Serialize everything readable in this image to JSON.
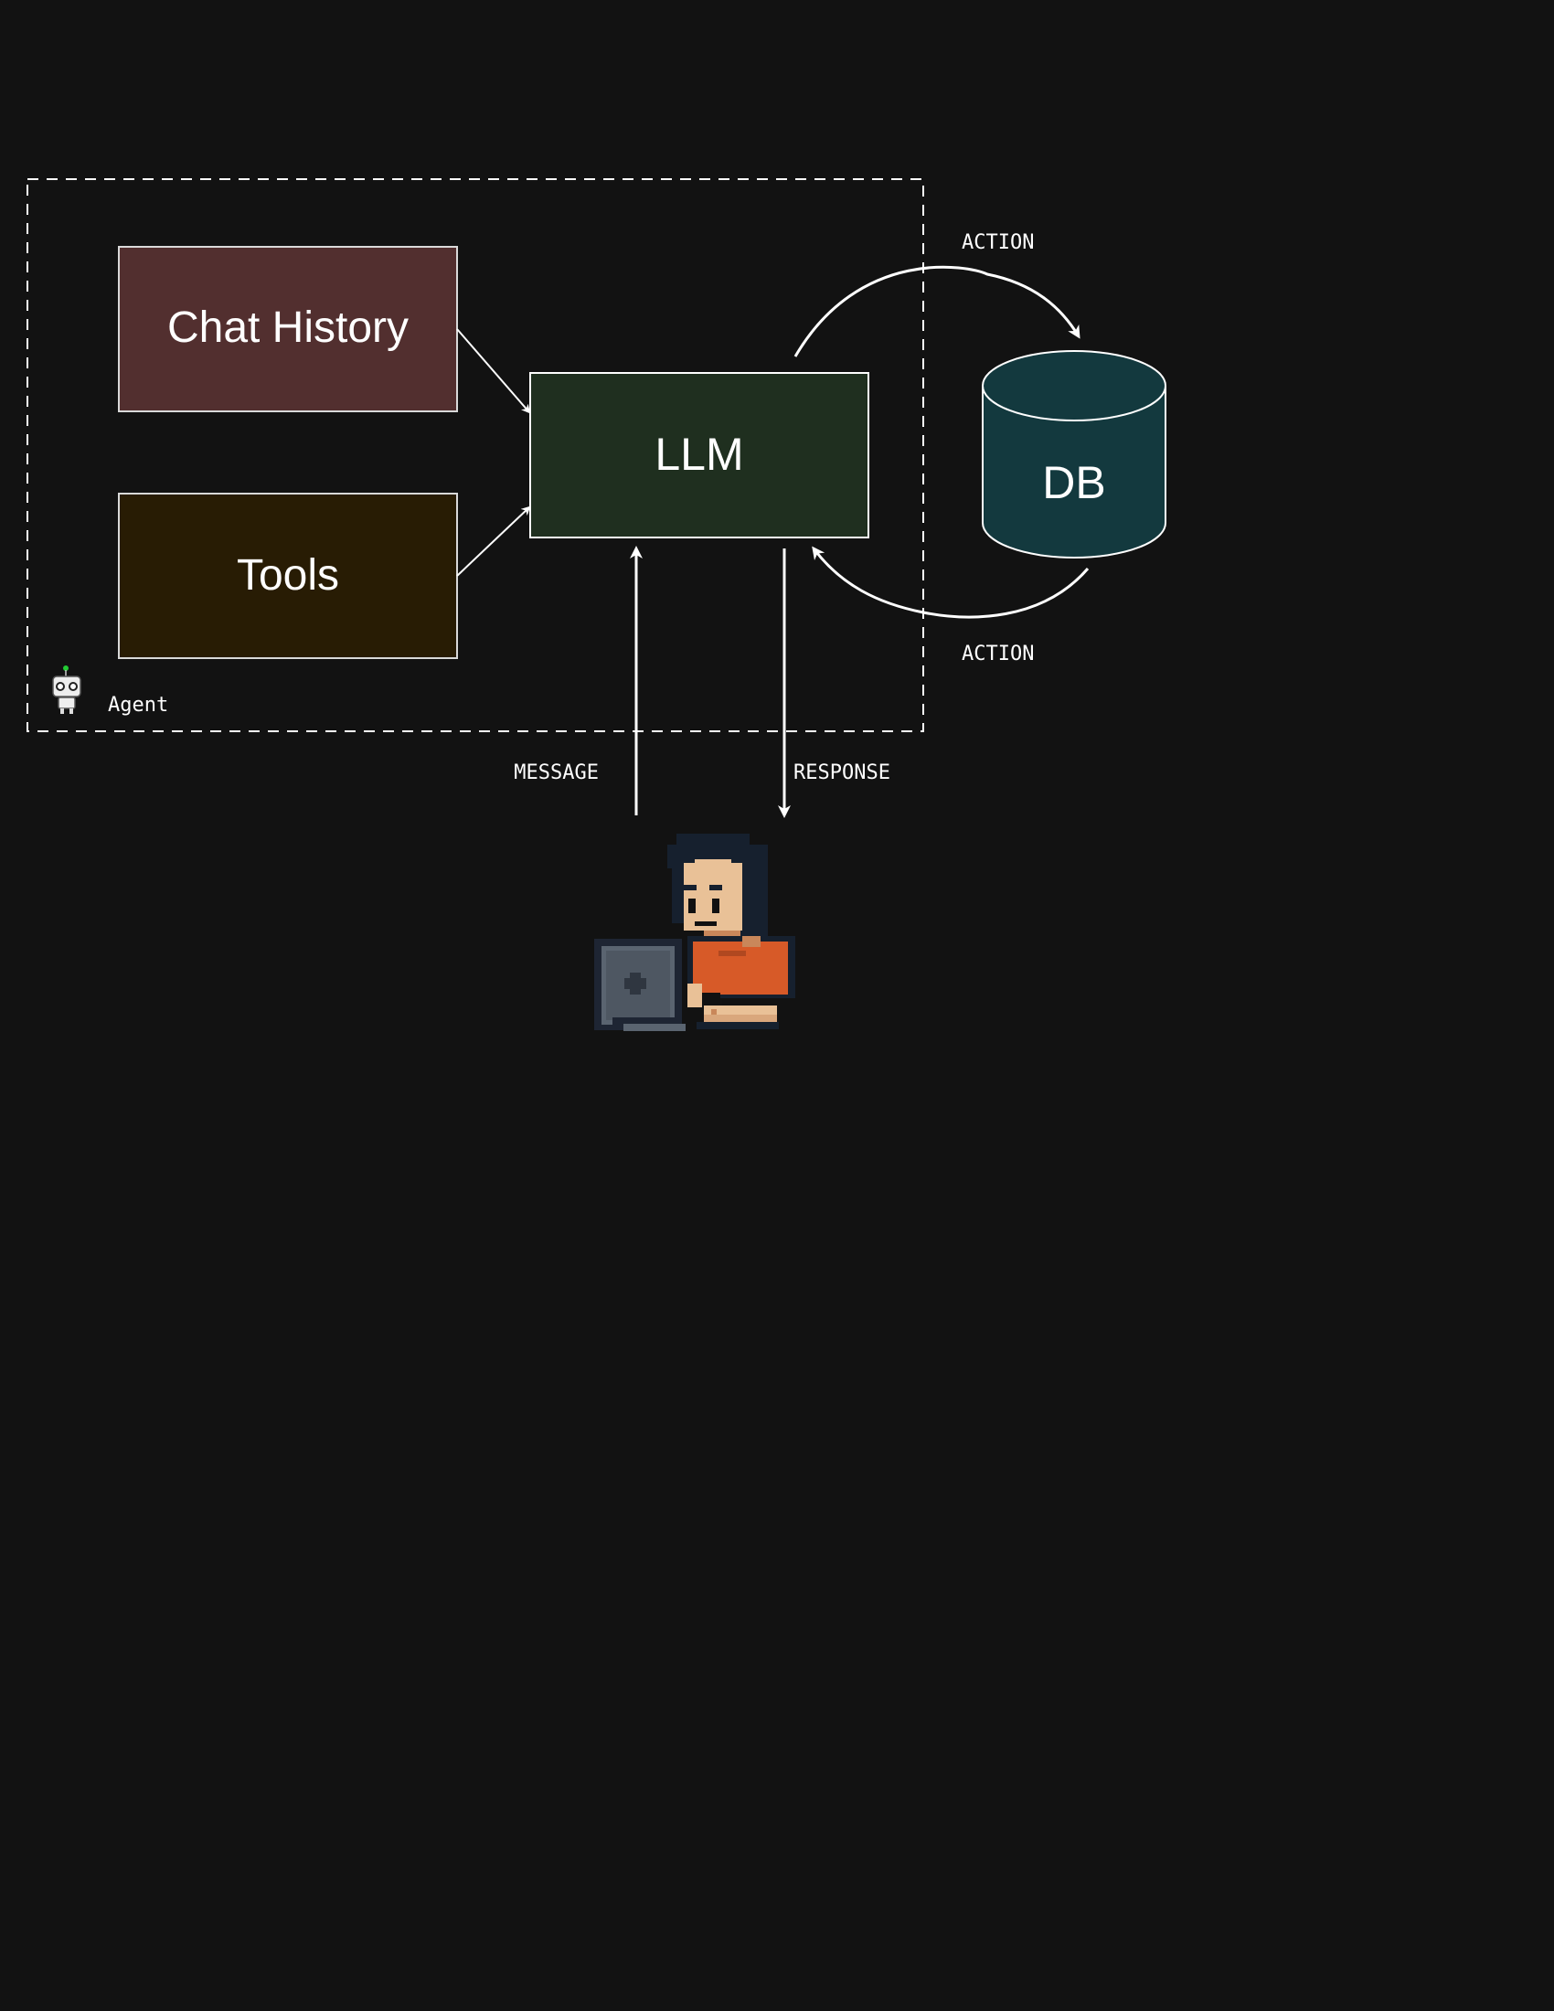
{
  "colors": {
    "background": "#121212",
    "chat_history_fill": "#522f2f",
    "tools_fill": "#281c04",
    "llm_fill": "#1f2f1f",
    "db_fill": "#13393e",
    "stroke": "#ffffff",
    "box_border": "#d9d9d9"
  },
  "agent": {
    "label": "Agent",
    "icon": "robot-icon"
  },
  "nodes": {
    "chat_history": "Chat History",
    "tools": "Tools",
    "llm": "LLM",
    "db": "DB"
  },
  "edges": {
    "action_top": "ACTION",
    "action_bottom": "ACTION",
    "message": "MESSAGE",
    "response": "RESPONSE"
  },
  "user": {
    "icon": "user-at-laptop-icon"
  }
}
